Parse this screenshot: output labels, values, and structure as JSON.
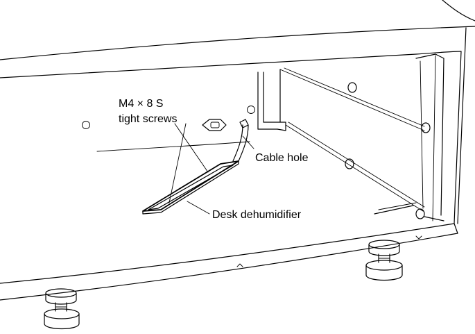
{
  "labels": {
    "screws_line1": "M4 × 8 S",
    "screws_line2": "tight screws",
    "cable_hole": "Cable hole",
    "desk_dehumidifier": "Desk dehumidifier"
  }
}
